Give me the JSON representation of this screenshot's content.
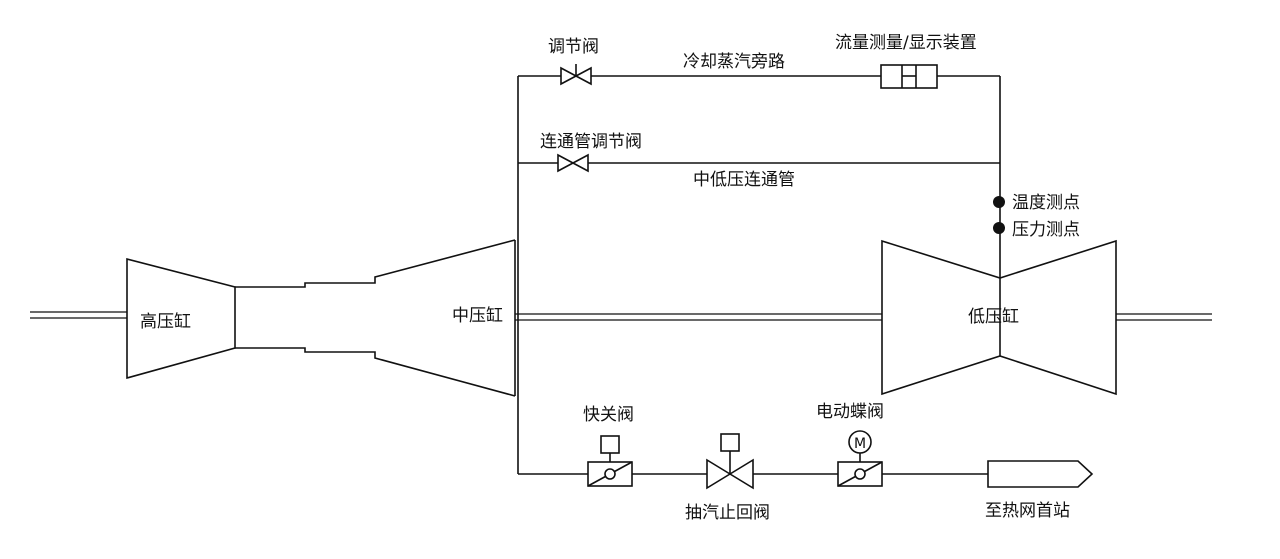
{
  "labels": {
    "hp_cylinder": "高压缸",
    "ip_cylinder": "中压缸",
    "lp_cylinder": "低压缸",
    "regulating_valve": "调节阀",
    "cooling_bypass": "冷却蒸汽旁路",
    "flow_device": "流量测量/显示装置",
    "crossover_valve": "连通管调节阀",
    "crossover_pipe": "中低压连通管",
    "temp_point": "温度测点",
    "pressure_point": "压力测点",
    "quick_close_valve": "快关阀",
    "check_valve": "抽汽止回阀",
    "motor_butterfly_valve": "电动蝶阀",
    "to_station": "至热网首站",
    "motor_symbol": "M"
  }
}
